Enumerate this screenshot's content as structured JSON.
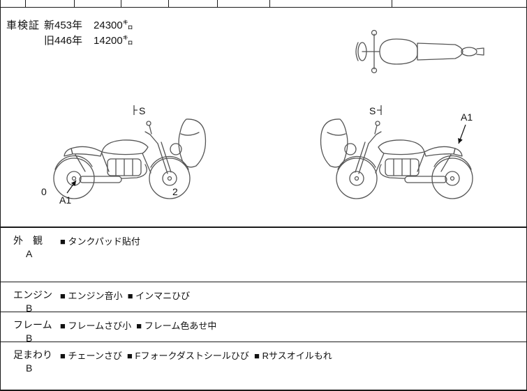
{
  "top_table": {
    "tick_positions": [
      35,
      105,
      172,
      240,
      310,
      385,
      560
    ]
  },
  "shaken": {
    "label": "車検証",
    "new_row": {
      "era": "新453年",
      "km": "24300㌔"
    },
    "old_row": {
      "era": "旧446年",
      "km": "14200㌔"
    }
  },
  "diagrams": {
    "left": {
      "s": "S",
      "zero": "0",
      "a1": "A1",
      "two": "2"
    },
    "right": {
      "s": "S",
      "a1": "A1"
    }
  },
  "sections": [
    {
      "name": "外　観",
      "grade": "A",
      "items": [
        "■ タンクパッド貼付"
      ]
    },
    {
      "name": "エンジン",
      "grade": "B",
      "items": [
        "■ エンジン音小",
        "■ インマニひび"
      ]
    },
    {
      "name": "フレーム",
      "grade": "B",
      "items": [
        "■ フレームさび小",
        "■ フレーム色あせ中"
      ]
    },
    {
      "name": "足まわり",
      "grade": "B",
      "items": [
        "■ チェーンさび",
        "■ Fフォークダストシールひび",
        "■ Rサスオイルもれ"
      ]
    }
  ],
  "colors": {
    "line": "#1a1a1a",
    "sketch": "#555555",
    "text": "#111111"
  }
}
